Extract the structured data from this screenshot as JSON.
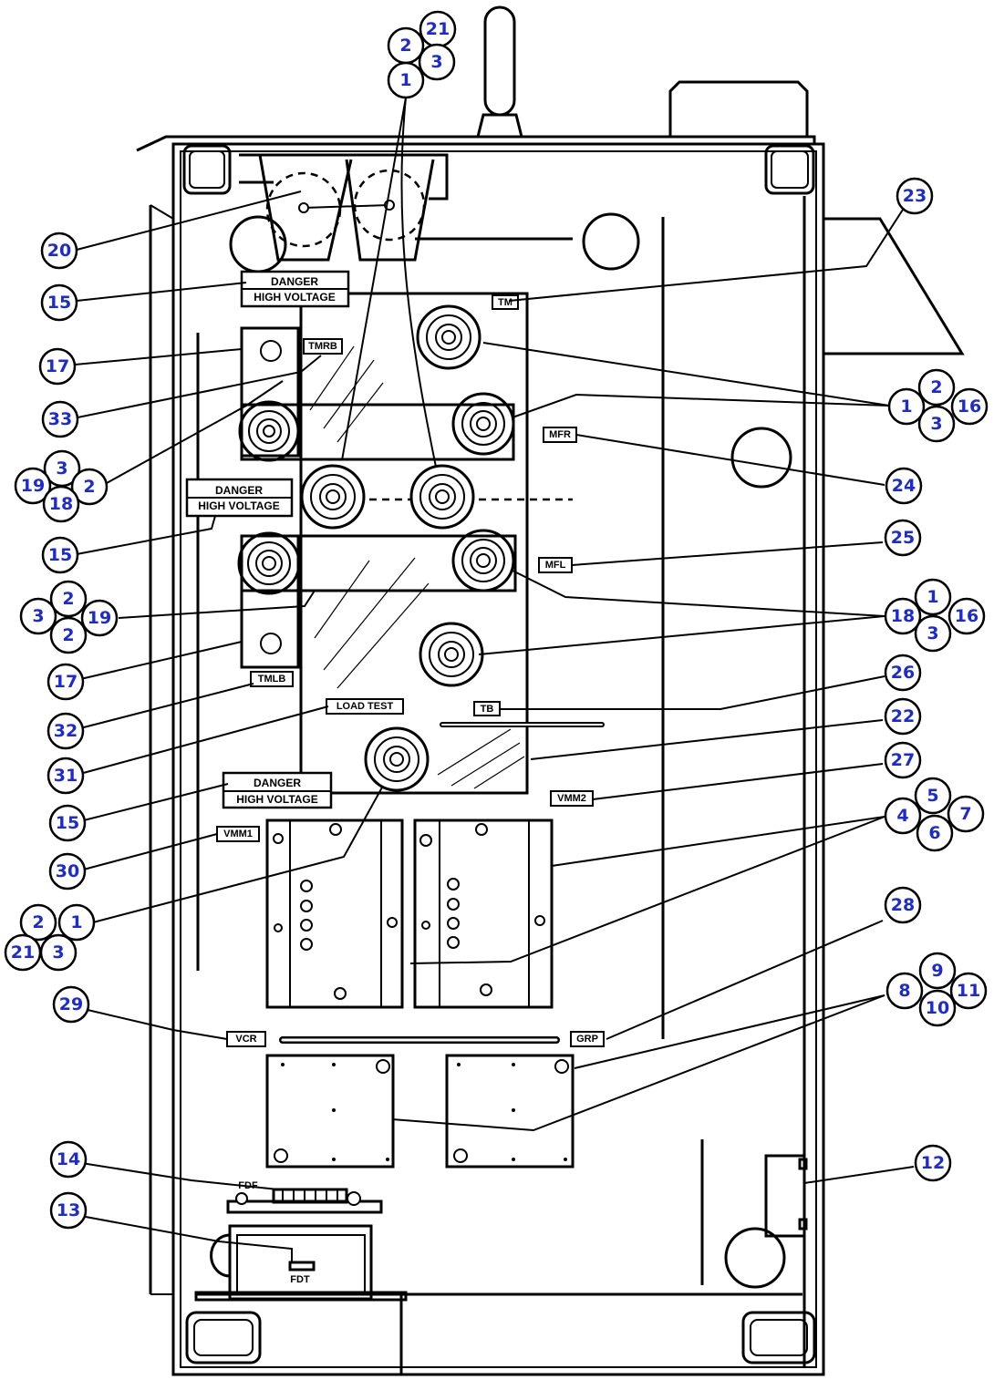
{
  "warning_signs": {
    "sign_top": {
      "line1": "DANGER",
      "line2": "HIGH VOLTAGE"
    },
    "sign_middle": {
      "line1": "DANGER",
      "line2": "HIGH VOLTAGE"
    },
    "sign_bottom": {
      "line1": "DANGER",
      "line2": "HIGH VOLTAGE"
    }
  },
  "panel_labels": {
    "tm": "TM",
    "tm_top": "TMRB",
    "mfr": "MFR",
    "mfl": "MFL",
    "tm_lb": "TMLB",
    "loadtest": "LOAD TEST",
    "tb": "TB",
    "vmm2": "VMM2",
    "vmm1": "VMM1",
    "vcr": "VCR",
    "grp": "GRP",
    "fdf": "FDF",
    "fdt": "FDT"
  },
  "callouts": [
    "21",
    "2",
    "3",
    "1",
    "23",
    "20",
    "15",
    "17",
    "33",
    "1",
    "2",
    "16",
    "3",
    "3",
    "19",
    "2",
    "18",
    "24",
    "15",
    "25",
    "2",
    "3",
    "19",
    "2",
    "18",
    "1",
    "16",
    "3",
    "17",
    "26",
    "32",
    "22",
    "31",
    "27",
    "15",
    "5",
    "4",
    "7",
    "6",
    "30",
    "2",
    "1",
    "21",
    "3",
    "28",
    "9",
    "8",
    "11",
    "10",
    "29",
    "14",
    "12",
    "13"
  ]
}
